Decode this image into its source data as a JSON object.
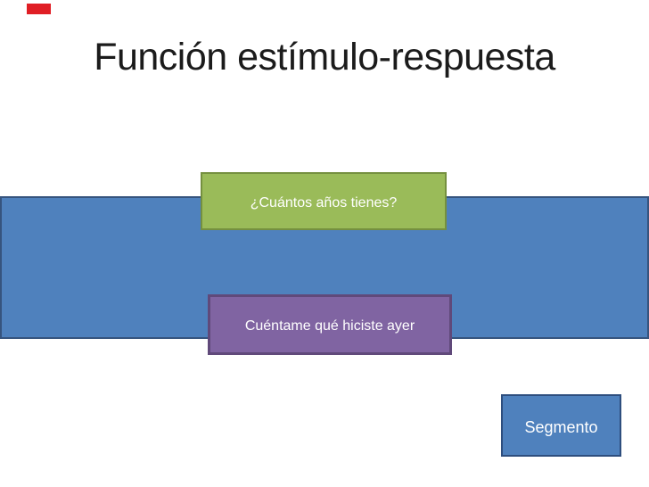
{
  "slide": {
    "title": "Función estímulo-respuesta",
    "title_color": "#1b1b1b",
    "background": "#ffffff",
    "accent_bar": {
      "color": "#e01e25"
    },
    "band": {
      "fill": "#4f81bd",
      "border": "#36547e"
    },
    "boxes": [
      {
        "id": "stimulus-question",
        "label": "¿Cuántos años tienes?",
        "fill": "#9abb59",
        "border": "#75903f",
        "text_color": "#ffffff"
      },
      {
        "id": "response-command",
        "label": "Cuéntame qué hiciste ayer",
        "fill": "#8064a2",
        "border": "#60497a",
        "text_color": "#ffffff"
      },
      {
        "id": "segment",
        "label": "Segmento",
        "fill": "#4f81bd",
        "border": "#2e4e7e",
        "text_color": "#ffffff"
      }
    ]
  }
}
